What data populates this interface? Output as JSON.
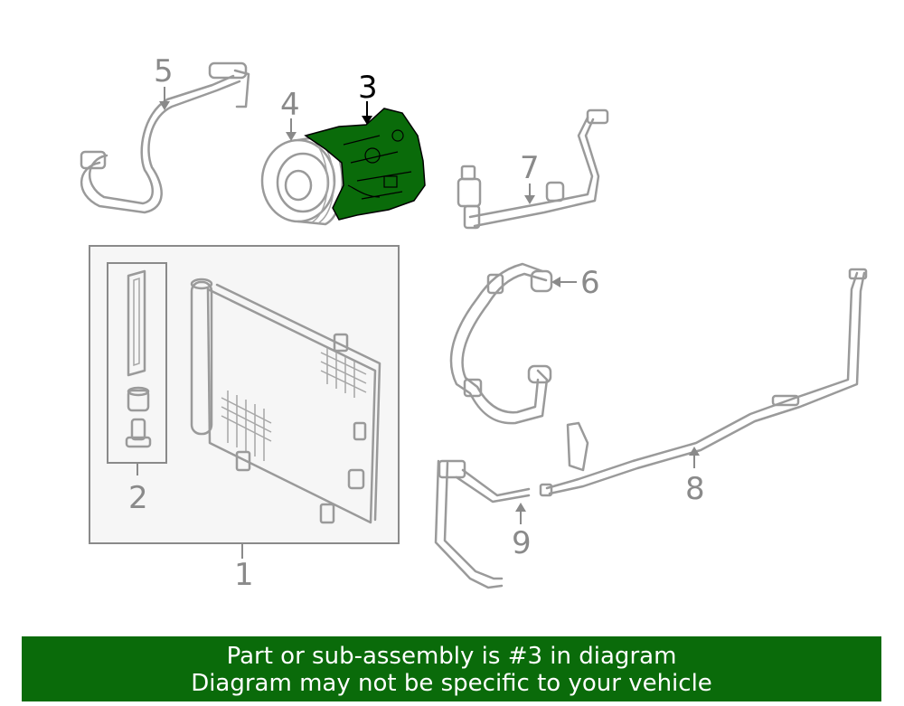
{
  "callouts": {
    "c1": "1",
    "c2": "2",
    "c3": "3",
    "c4": "4",
    "c5": "5",
    "c6": "6",
    "c7": "7",
    "c8": "8",
    "c9": "9"
  },
  "highlight_part": "3",
  "colors": {
    "highlight_fill": "#0a6b0a",
    "banner_bg": "#0a6b0a",
    "banner_text": "#ffffff",
    "line_art": "#9a9a9a"
  },
  "banner": {
    "line1": "Part or sub-assembly is #3 in diagram",
    "line2": "Diagram may not be specific to your vehicle"
  }
}
